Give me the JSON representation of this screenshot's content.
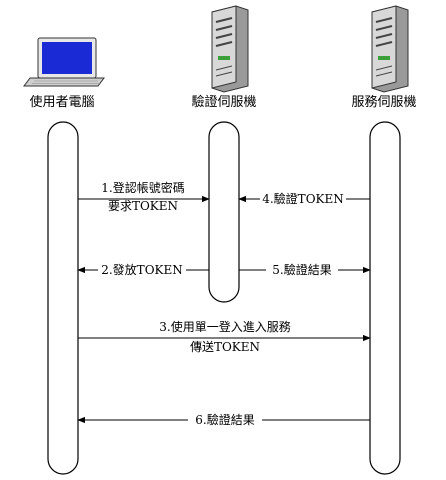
{
  "actors": {
    "user": {
      "label": "使用者電腦",
      "icon": "laptop-icon"
    },
    "auth_server": {
      "label": "驗證伺服機",
      "icon": "server-icon"
    },
    "service_server": {
      "label": "服務伺服機",
      "icon": "server-icon"
    }
  },
  "messages": {
    "m1": {
      "line1": "1.登認帳號密碼",
      "line2": "要求TOKEN",
      "from": "user",
      "to": "auth_server"
    },
    "m2": {
      "label": "2.發放TOKEN",
      "from": "auth_server",
      "to": "user"
    },
    "m3": {
      "line1": "3.使用單一登入進入服務",
      "line2": "傳送TOKEN",
      "from": "user",
      "to": "service_server"
    },
    "m4": {
      "label": "4.驗證TOKEN",
      "from": "service_server",
      "to": "auth_server"
    },
    "m5": {
      "label": "5.驗證結果",
      "from": "auth_server",
      "to": "service_server"
    },
    "m6": {
      "label": "6.驗證結果",
      "from": "service_server",
      "to": "user"
    }
  },
  "colors": {
    "line": "#000000",
    "screen": "#1a2bd6",
    "server_body": "#9a9a9a",
    "server_light": "#d8d8d8"
  }
}
